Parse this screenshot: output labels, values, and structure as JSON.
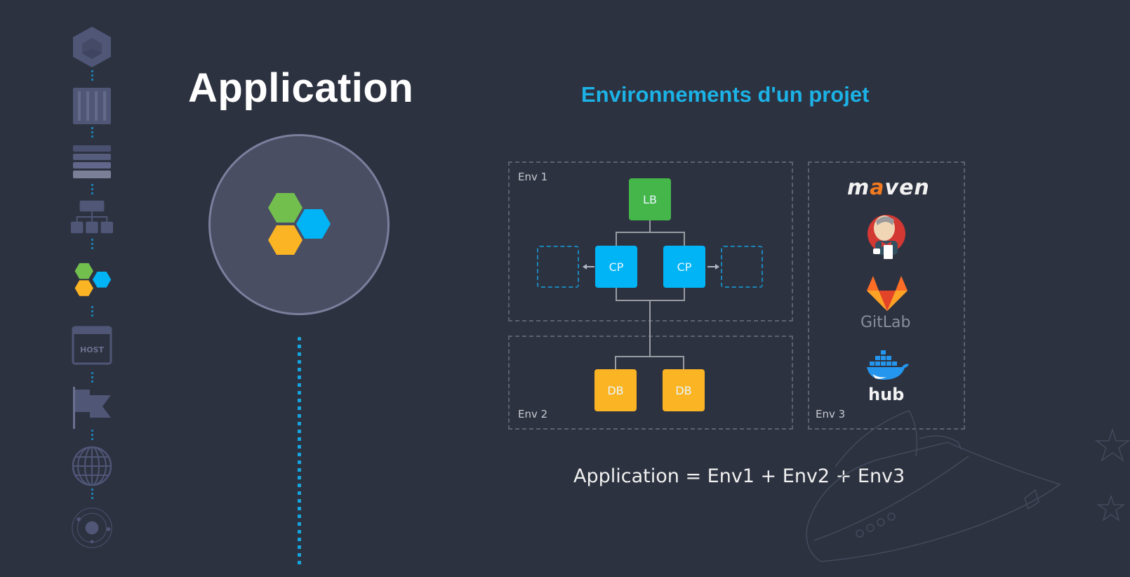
{
  "header": {
    "title": "Application",
    "section_title": "Environnements d'un projet"
  },
  "colors": {
    "background": "#2d3240",
    "accent_blue": "#1cb2e6",
    "hex_green": "#72bf4e",
    "hex_blue": "#00b4f5",
    "hex_orange": "#fbb424",
    "node_lb": "#45b649",
    "node_cp": "#00b4f5",
    "node_db": "#fbb424",
    "sidebar_icon": "#4f5676"
  },
  "sidebar": {
    "items": [
      {
        "icon": "cube-hexagon-icon"
      },
      {
        "icon": "columns-icon"
      },
      {
        "icon": "stack-layers-icon"
      },
      {
        "icon": "hierarchy-icon"
      },
      {
        "icon": "application-hexagons-icon",
        "active": true
      },
      {
        "icon": "host-icon",
        "label": "HOST"
      },
      {
        "icon": "flag-icon"
      },
      {
        "icon": "globe-icon"
      },
      {
        "icon": "orbit-icon"
      }
    ]
  },
  "diagram": {
    "environments": [
      {
        "label": "Env 1",
        "nodes": [
          "LB",
          "CP",
          "CP"
        ]
      },
      {
        "label": "Env 2",
        "nodes": [
          "DB",
          "DB"
        ]
      },
      {
        "label": "Env 3",
        "tools": [
          "maven",
          "Jenkins",
          "GitLab",
          "hub"
        ]
      }
    ],
    "nodes": {
      "lb": "LB",
      "cp1": "CP",
      "cp2": "CP",
      "db1": "DB",
      "db2": "DB"
    },
    "tools": {
      "maven_prefix": "m",
      "maven_accent": "a",
      "maven_suffix": "ven",
      "gitlab": "GitLab",
      "dockerhub": "hub"
    },
    "formula": "Application = Env1 + Env2 + Env3"
  }
}
